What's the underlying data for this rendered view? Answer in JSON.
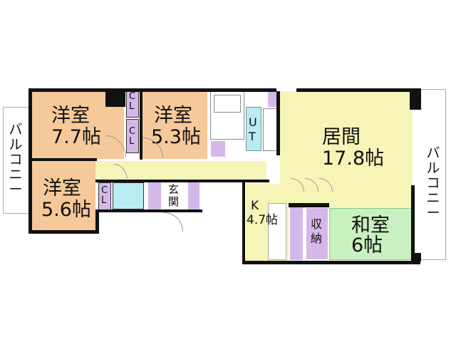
{
  "colors": {
    "western_room": "#f5c99a",
    "living": "#f7f4b8",
    "japanese_room": "#c9f0c0",
    "storage": "#d5b8ea",
    "water": "#b8ecf2",
    "wall": "#111111",
    "balcony": "#ffffff"
  },
  "rooms": {
    "western_1": {
      "name": "洋室",
      "size": "7.7帖"
    },
    "western_2": {
      "name": "洋室",
      "size": "5.3帖"
    },
    "western_3": {
      "name": "洋室",
      "size": "5.6帖"
    },
    "living": {
      "name": "居間",
      "size": "17.8帖"
    },
    "kitchen": {
      "name": "K",
      "size": "4.7帖"
    },
    "japanese": {
      "name": "和室",
      "size": "6帖"
    },
    "storage": {
      "name": "収納"
    },
    "entrance": {
      "name": "玄関"
    },
    "utility": {
      "name": "UT"
    }
  },
  "closets": {
    "label_c": "C",
    "label_l": "L"
  },
  "balconies": {
    "left": "バルコニー",
    "right": "バルコニー"
  }
}
